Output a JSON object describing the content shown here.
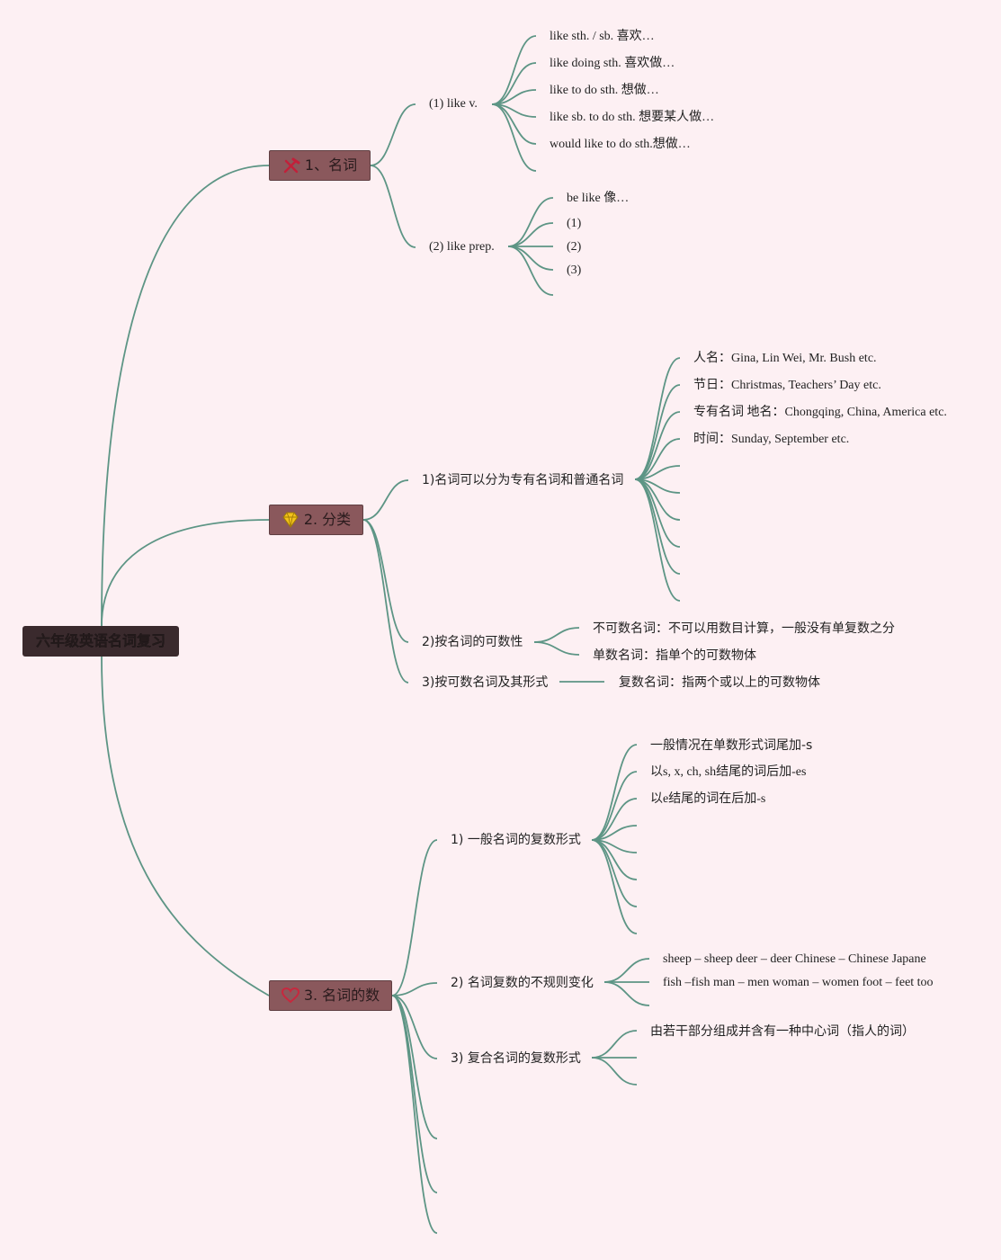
{
  "root": {
    "label": "六年级英语名词复习"
  },
  "branches": {
    "b1": {
      "label": "1、名词",
      "icon": "hammer-pick-icon",
      "children": {
        "like_v": {
          "label": "(1) like v.",
          "items": [
            "like sth. / sb. 喜欢…",
            "like doing sth. 喜欢做…",
            "like to do sth. 想做…",
            "like sb. to do sth. 想要某人做…",
            "would like to do sth.想做…"
          ]
        },
        "like_prep": {
          "label": "(2) like prep.",
          "items": [
            "be like 像…",
            "(1)",
            "(2)",
            "(3)"
          ]
        }
      }
    },
    "b2": {
      "label": "2. 分类",
      "icon": "diamond-icon",
      "children": {
        "c1": {
          "label": "1)名词可以分为专有名词和普通名词",
          "items": [
            "人名：Gina, Lin Wei, Mr. Bush etc.",
            "节日：Christmas, Teachers’ Day etc.",
            "专有名词 地名：Chongqing, China, America etc.",
            "时间：Sunday, September etc."
          ]
        },
        "c2": {
          "label": "2)按名词的可数性",
          "items": [
            "不可数名词：不可以用数目计算，一般没有单复数之分",
            "单数名词：指单个的可数物体"
          ]
        },
        "c3": {
          "label": "3)按可数名词及其形式",
          "items": [
            "复数名词：指两个或以上的可数物体"
          ]
        }
      }
    },
    "b3": {
      "label": "3. 名词的数",
      "icon": "heart-icon",
      "children": {
        "d1": {
          "label": "1) 一般名词的复数形式",
          "items": [
            "一般情况在单数形式词尾加-s",
            "以s, x, ch, sh结尾的词后加-es",
            "以e结尾的词在后加-s"
          ]
        },
        "d2": {
          "label": "2) 名词复数的不规则变化",
          "items": [
            "sheep – sheep deer – deer Chinese – Chinese Japane",
            "fish –fish man – men woman – women foot – feet too"
          ]
        },
        "d3": {
          "label": "3) 复合名词的复数形式",
          "items": [
            "由若干部分组成并含有一种中心词（指人的词）"
          ]
        }
      }
    }
  },
  "colors": {
    "background": "#fdf0f3",
    "link": "#5d9585",
    "branch_fill": "#8a585c",
    "root_fill": "#3a2a2d"
  }
}
